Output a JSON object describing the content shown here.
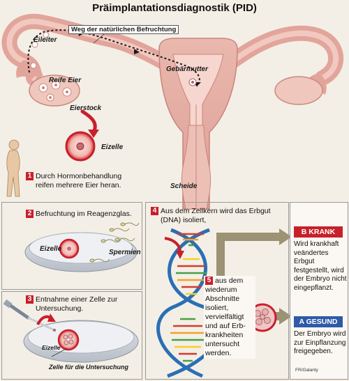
{
  "title": "Präimplantationsdiagnostik (PID)",
  "labels": {
    "path": "Weg der natürlichen Befruchtung",
    "eileiter": "Eileiter",
    "reife_eier": "Reife Eier",
    "eierstock": "Eierstock",
    "gebaermutter": "Gebärmutter",
    "eizelle_top": "Eizelle",
    "scheide": "Scheide",
    "eizelle_dish1": "Eizelle",
    "spermien": "Spermien",
    "eizelle_dish3": "Eizelle",
    "zelle_untersuchung": "Zelle für die Untersuchung"
  },
  "steps": {
    "s1_num": "1",
    "s1_line1": "Durch Hormonbehandlung",
    "s1_line2": "reifen mehrere Eier heran.",
    "s2_num": "2",
    "s2_line1": "Befruchtung im Reagenzglas.",
    "s3_num": "3",
    "s3_line1": "Entnahme einer Zelle zur",
    "s3_line2": "Untersuchung.",
    "s4_num": "4",
    "s4_line1": "Aus dem Zellkern wird das Erbgut",
    "s4_line2": "(DNA) isoliert,",
    "s5_num": "5",
    "s5_lines": [
      "aus dem",
      "wiederum",
      "Abschnitte",
      "isoliert,",
      "vervielfältigt",
      "und auf Erb-",
      "krankheiten",
      "untersucht",
      "werden."
    ]
  },
  "results": {
    "krank_badge": "B KRANK",
    "krank_lines": [
      "Wird krankhaft",
      "veändertes Erbgut",
      "festgestellt, wird",
      "der Embryo nicht",
      "eingepflanzt."
    ],
    "gesund_badge": "A GESUND",
    "gesund_lines": [
      "Der Embryo wird",
      "zur Einpflanzung",
      "freigegeben."
    ]
  },
  "credit": "FR/Galanty",
  "colors": {
    "accent_red": "#c8202b",
    "krank": "#c8202b",
    "gesund": "#2f5aa8",
    "tissue": "#e9b3a9",
    "tissue_dark": "#c9847b",
    "background": "#f4efe6",
    "arrow_olive": "#9c9274"
  }
}
